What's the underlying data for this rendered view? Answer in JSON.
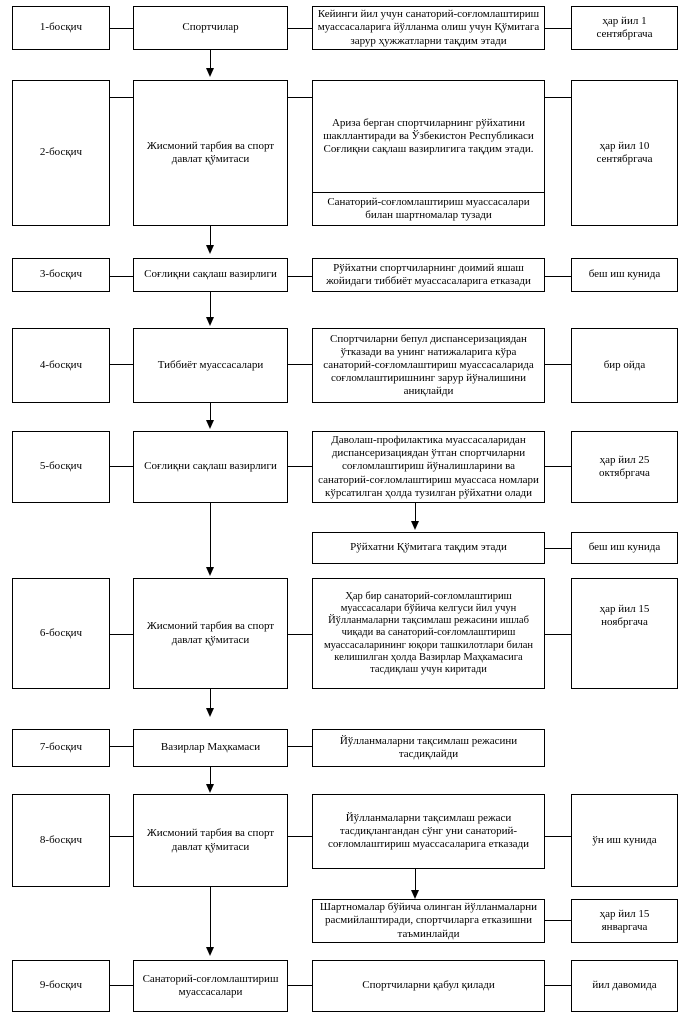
{
  "rows": [
    {
      "step": "1-босқич",
      "actor": "Спортчилар",
      "action": "Кейинги йил учун санаторий-соғломлаштириш муассасаларига йўлланма олиш учун Қўмитага зарур ҳужжатларни тақдим этади",
      "deadline": "ҳар йил 1 сентябргача"
    },
    {
      "step": "2-босқич",
      "actor": "Жисмоний тарбия ва спорт давлат қўмитаси",
      "action": "Ариза берган спортчиларнинг рўйхатини шакллантиради ва Ўзбекистон Республикаси Соғлиқни сақлаш вазирлигига тақдим этади.",
      "action_extra": "Санаторий-соғломлаштириш муассасалари билан шартномалар тузади",
      "deadline": "ҳар йил 10 сентябргача"
    },
    {
      "step": "3-босқич",
      "actor": "Соғлиқни сақлаш вазирлиги",
      "action": "Рўйхатни спортчиларнинг доимий яшаш жойидаги тиббиёт муассасаларига етказади",
      "deadline": "беш иш кунида"
    },
    {
      "step": "4-босқич",
      "actor": "Тиббиёт муассасалари",
      "action": "Спортчиларни бепул диспансеризациядан ўтказади ва унинг натижаларига кўра санаторий-соғломлаштириш муассасаларида соғломлаштиришнинг зарур йўналишини аниқлайди",
      "deadline": "бир ойда"
    },
    {
      "step": "5-босқич",
      "actor": "Соғлиқни сақлаш вазирлиги",
      "action": "Даволаш-профилактика муассасаларидан диспансеризациядан ўтган спортчиларни соғломлаштириш йўналишларини ва санаторий-соғломлаштириш муассаса номлари кўрсатилган ҳолда тузилган рўйхатни олади",
      "deadline": "ҳар йил 25 октябргача",
      "sub_action": "Рўйхатни Қўмитага тақдим этади",
      "sub_deadline": "беш иш кунида"
    },
    {
      "step": "6-босқич",
      "actor": "Жисмоний тарбия ва спорт давлат қўмитаси",
      "action": "Ҳар бир санаторий-соғломлаштириш муассасалари бўйича келгуси йил учун Йўлланмаларни тақсимлаш режасини ишлаб чиқади ва санаторий-соғломлаштириш муассасаларининг юқори ташкилотлари билан келишилган ҳолда Вазирлар Маҳкамасига тасдиқлаш учун киритади",
      "deadline": "ҳар йил 15 ноябргача"
    },
    {
      "step": "7-босқич",
      "actor": "Вазирлар Маҳкамаси",
      "action": "Йўлланмаларни тақсимлаш режасини тасдиқлайди",
      "deadline": ""
    },
    {
      "step": "8-босқич",
      "actor": "Жисмоний тарбия ва спорт давлат қўмитаси",
      "action": "Йўлланмаларни тақсимлаш режаси тасдиқлангандан сўнг уни санаторий-соғломлаштириш муассасаларига етказади",
      "deadline": "ўн иш кунида",
      "sub_action": "Шартномалар бўйича олинган йўлланмаларни расмийлаштиради, спортчиларга етказишни таъминлайди",
      "sub_deadline": "ҳар йил 15 январгача"
    },
    {
      "step": "9-босқич",
      "actor": "Санаторий-соғломлаштириш муассасалари",
      "action": "Спортчиларни қабул қилади",
      "deadline": "йил давомида"
    }
  ]
}
